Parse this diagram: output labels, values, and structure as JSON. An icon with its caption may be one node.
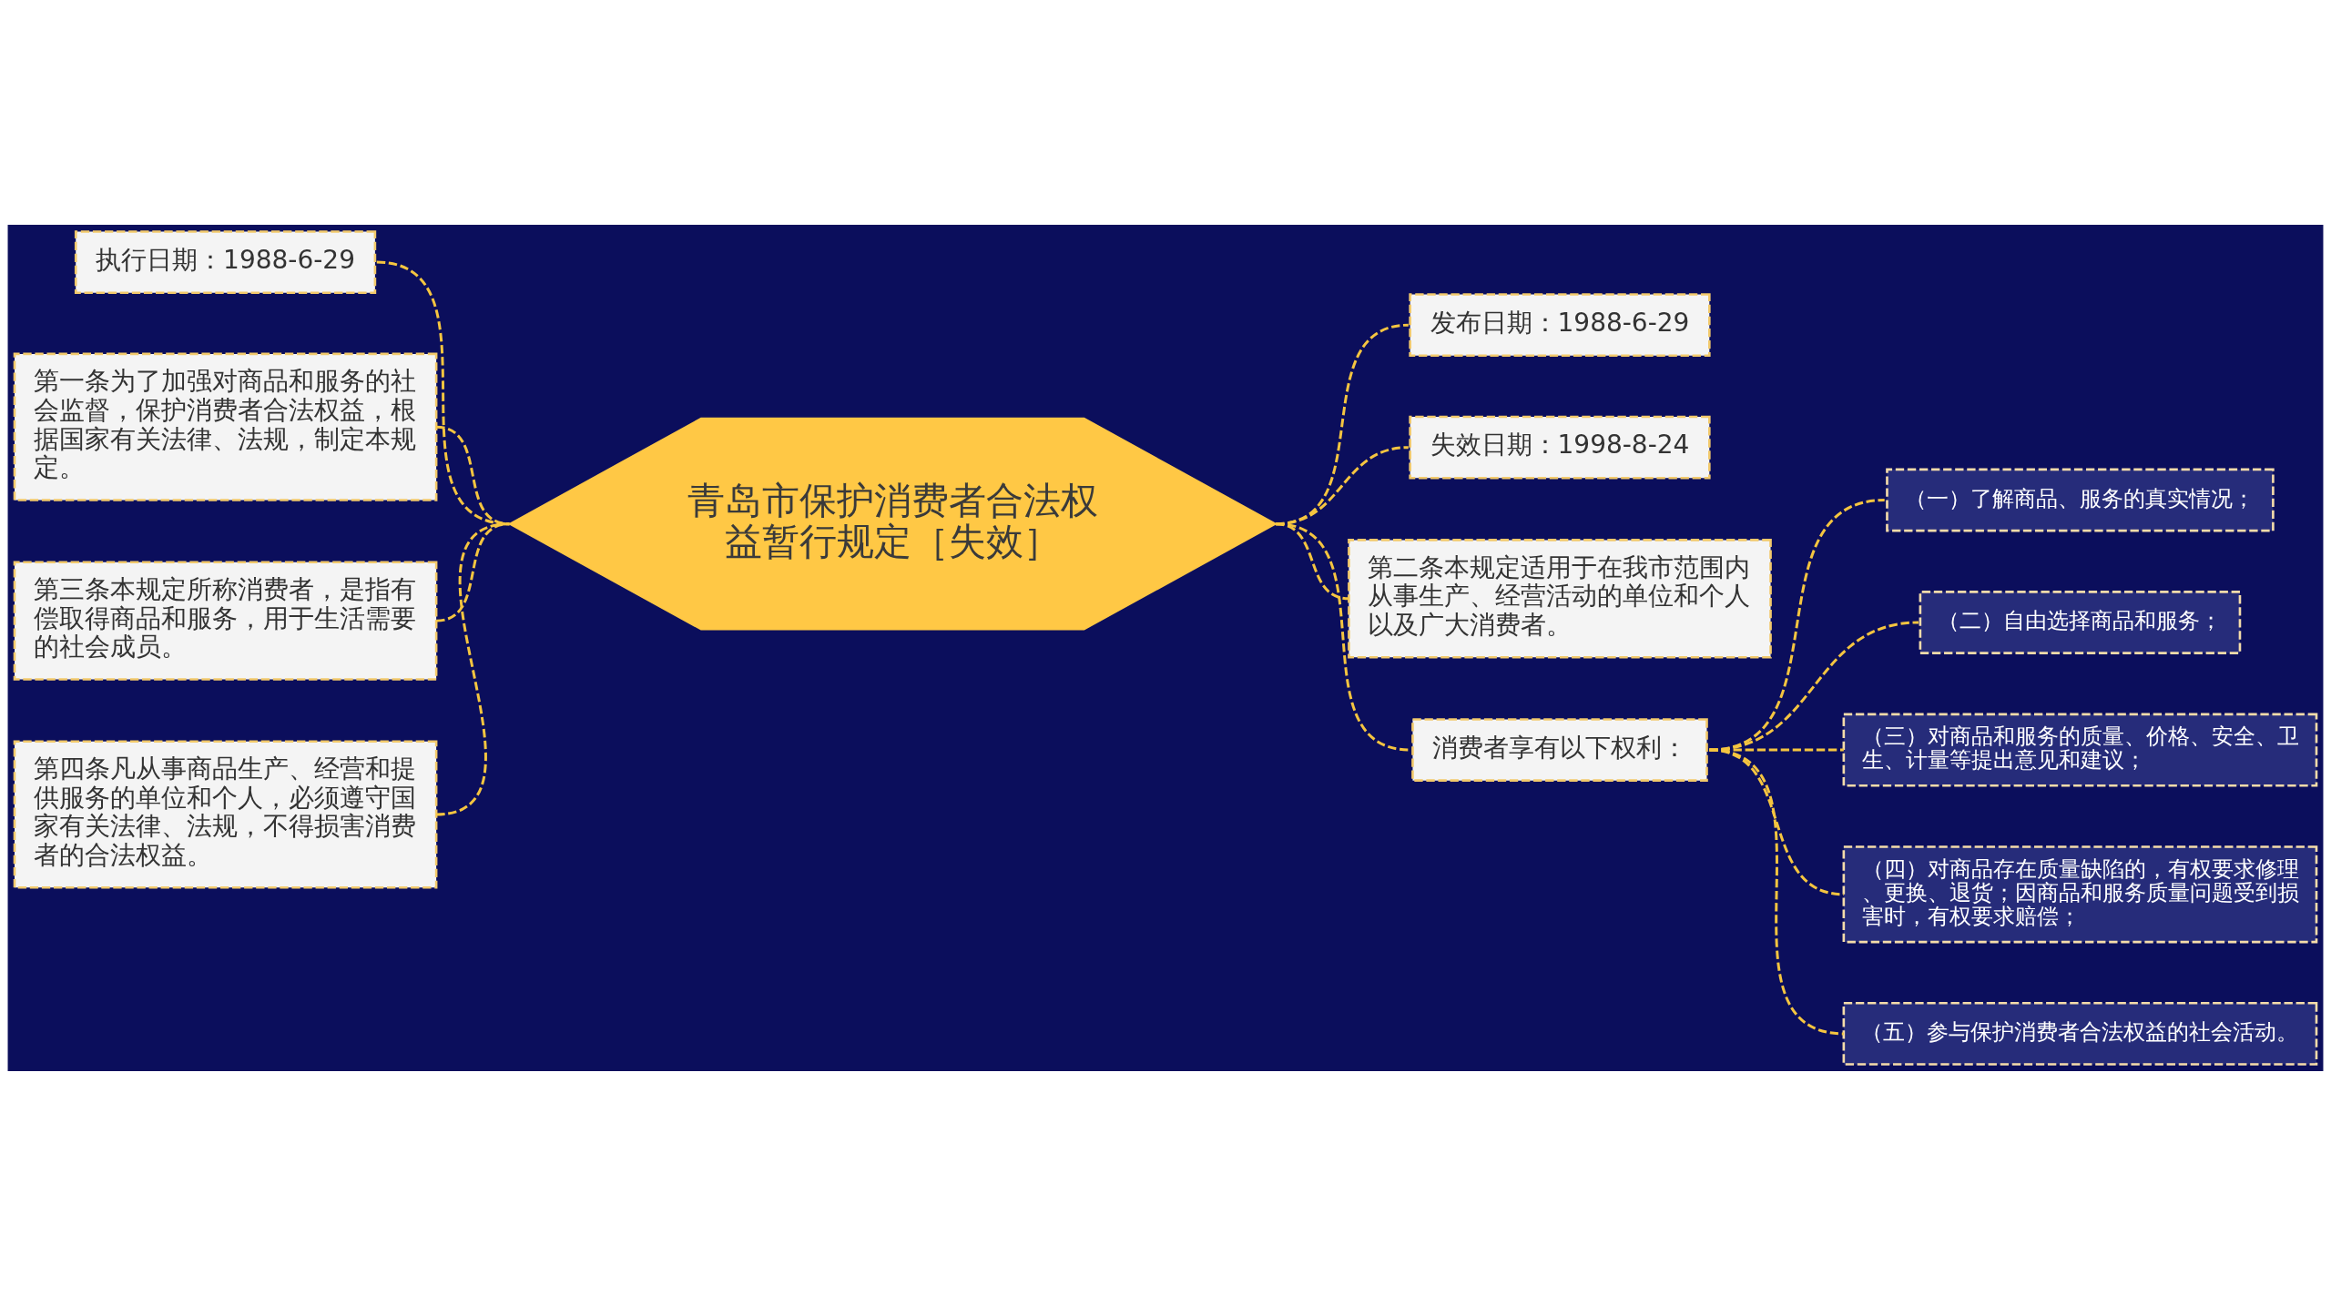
{
  "diagram": {
    "nodes": [
      {
        "text": [
          "青岛市保护消费者合法权益暂行规定［失效］"
        ]
      },
      {
        "text": [
          "执行日期：1988-6-29"
        ]
      },
      {
        "text": [
          "第一条为了加强对商品和服务的社会监督，保护消费者合法权益，根据国家有关法律、法规，制定本规定。"
        ]
      },
      {
        "text": [
          "第三条本规定所称消费者，是指有偿取得商品和服务，用于生活需要的社会成员。"
        ]
      },
      {
        "text": [
          "第四条凡从事商品生产、经营和提供服务的单位和个人，必须遵守国家有关法律、法规，不得损害消费者的合法权益。"
        ]
      },
      {
        "text": [
          "发布日期：1988-6-29"
        ]
      },
      {
        "text": [
          "失效日期：1998-8-24"
        ]
      },
      {
        "text": [
          "第二条本规定适用于在我市范围内从事生产、经营活动的单位和个人以及广大消费者。"
        ]
      },
      {
        "text": [
          "消费者享有以下权利："
        ]
      },
      {
        "text": [
          "（一）了解商品、服务的真实情况；"
        ]
      },
      {
        "text": [
          "（二）自由选择商品和服务；"
        ]
      },
      {
        "text": [
          "（三）对商品和服务的质量、价格、安全、卫生、计量等提出意见和建议；"
        ]
      },
      {
        "text": [
          "（四）对商品存在质量缺陷的，有权要求修理、更换、退货；因商品和服务质量问题受到损害时，有权要求赔偿；"
        ]
      },
      {
        "text": [
          "（五）参与保护消费者合法权益的社会活动。"
        ]
      }
    ],
    "edges": [
      {
        "from": 1,
        "to": 0,
        "arrow": "none",
        "style": "dashed"
      },
      {
        "from": 2,
        "to": 0,
        "arrow": "none",
        "style": "dashed"
      },
      {
        "from": 3,
        "to": 0,
        "arrow": "none",
        "style": "dashed"
      },
      {
        "from": 4,
        "to": 0,
        "arrow": "none",
        "style": "dashed"
      },
      {
        "from": 0,
        "to": 5,
        "arrow": "none",
        "style": "dashed"
      },
      {
        "from": 0,
        "to": 6,
        "arrow": "none",
        "style": "dashed"
      },
      {
        "from": 0,
        "to": 7,
        "arrow": "none",
        "style": "dashed"
      },
      {
        "from": 0,
        "to": 8,
        "arrow": "none",
        "style": "dashed"
      },
      {
        "from": 8,
        "to": 9,
        "arrow": "none",
        "style": "dashed"
      },
      {
        "from": 8,
        "to": 10,
        "arrow": "none",
        "style": "dashed"
      },
      {
        "from": 8,
        "to": 11,
        "arrow": "none",
        "style": "dashed"
      },
      {
        "from": 8,
        "to": 12,
        "arrow": "none",
        "style": "dashed"
      },
      {
        "from": 8,
        "to": 13,
        "arrow": "none",
        "style": "dashed"
      }
    ]
  }
}
